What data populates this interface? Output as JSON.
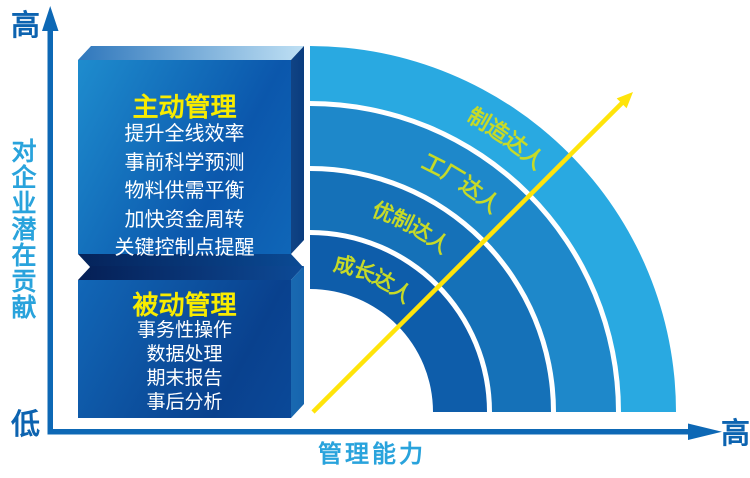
{
  "y_axis": {
    "label": "对企业潜在贡献",
    "high": "高",
    "low": "低"
  },
  "x_axis": {
    "label": "管理能力",
    "high": "高"
  },
  "boxes": {
    "active": {
      "title": "主动管理",
      "items": [
        "提升全线效率",
        "事前科学预测",
        "物料供需平衡",
        "加快资金周转",
        "关键控制点提醒"
      ]
    },
    "passive": {
      "title": "被动管理",
      "items": [
        "事务性操作",
        "数据处理",
        "期末报告",
        "事后分析"
      ]
    }
  },
  "rings": [
    {
      "label": "成长达人",
      "color": "#0e5daa"
    },
    {
      "label": "优制达人",
      "color": "#1571b8"
    },
    {
      "label": "工厂达人",
      "color": "#1e88ca"
    },
    {
      "label": "制造达人",
      "color": "#29a9e1"
    }
  ],
  "colors": {
    "axis": "#0d68b5",
    "axis_end_label": "#0c63b0",
    "axis_name_label": "#29a3dc",
    "ring_label": "#c6da28",
    "arrow": "#ffe40a",
    "box_title": "#f8ec00",
    "box_item_text": "#ffffff"
  }
}
